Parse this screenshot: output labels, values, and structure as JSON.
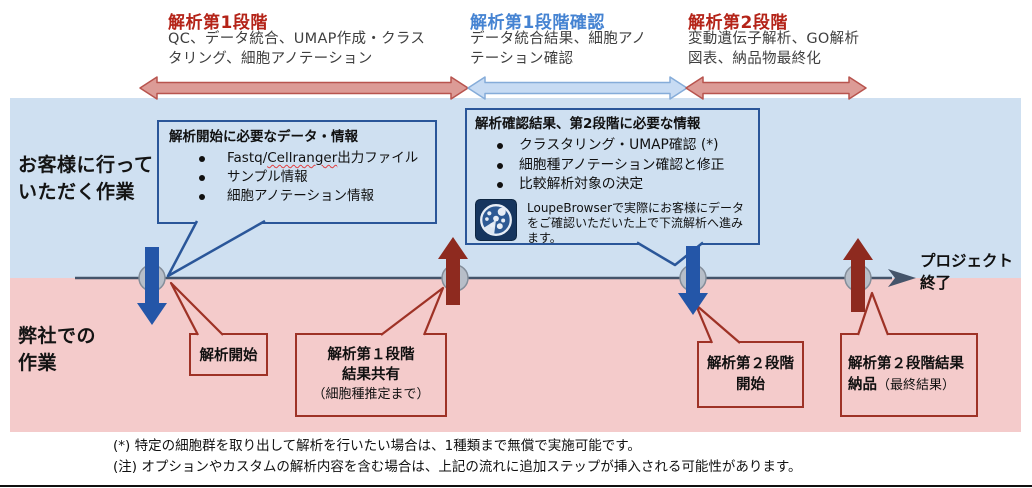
{
  "header": {
    "phases": [
      {
        "title": "解析第1段階",
        "accent": "red",
        "description": "QC、データ統合、UMAP作成・クラスタリング、細胞アノテーション"
      },
      {
        "title": "解析第1段階確認",
        "accent": "blue",
        "description": "データ統合結果、細胞アノテーション確認"
      },
      {
        "title": "解析第2段階",
        "accent": "red",
        "description": "変動遺伝子解析、GO解析図表、納品物最終化"
      }
    ]
  },
  "lanes": {
    "customer_label": "お客様に行っていただく作業",
    "company_label": "弊社での作業"
  },
  "callouts": {
    "start_info": {
      "title": "解析開始に必要なデータ・情報",
      "bullet_1_prefix": "Fastq/",
      "bullet_1_spellchecked": "Cellranger",
      "bullet_1_suffix": "出力ファイル",
      "bullet_2": "サンプル情報",
      "bullet_3": "細胞アノテーション情報"
    },
    "confirm_info": {
      "title": "解析確認結果、第2段階に必要な情報",
      "bullet_1": "クラスタリング・UMAP確認 (*)",
      "bullet_2": "細胞種アノテーション確認と修正",
      "bullet_3": "比較解析対象の決定",
      "loupe_note": "LoupeBrowserで実際にお客様にデータをご確認いただいた上で下流解析へ進みます。"
    },
    "analysis_start": {
      "label": "解析開始"
    },
    "stage1_share": {
      "line_1": "解析第１段階",
      "line_2": "結果共有",
      "line_3": "（細胞種推定まで）"
    },
    "stage2_start": {
      "line_1": "解析第２段階",
      "line_2": "開始"
    },
    "stage2_delivery": {
      "line_1": "解析第２段階結果",
      "line_2_bold": "納品",
      "line_2_regular": "（最終結果）"
    }
  },
  "timeline": {
    "end_label": "プロジェクト終了"
  },
  "notes": [
    "(*) 特定の細胞群を取り出して解析を行いたい場合は、1種類まで無償で実施可能です。",
    "(注) オプションやカスタムの解析内容を含む場合は、上記の流れに追加ステップが挿入される可能性があります。"
  ],
  "colors": {
    "customer_band": "#CFE0F1",
    "company_band": "#F4CBCB",
    "red_title": "#B42318",
    "blue_title": "#4583D2",
    "callout_border_blue": "#2A5699",
    "callout_border_red": "#9E3226",
    "arrow_down_blue": "#2456A8",
    "arrow_up_red": "#8E2A1F",
    "timeline_line": "#44546A",
    "phase_arrow_red_fill": "#DC9B96",
    "phase_arrow_red_stroke": "#B8544E",
    "phase_arrow_blue_fill": "#C7DBF3",
    "phase_arrow_blue_stroke": "#85ACD9"
  }
}
